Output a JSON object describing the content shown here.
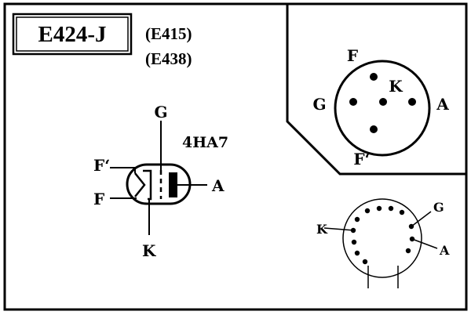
{
  "title": "E424-J",
  "equivalents": [
    "(E415)",
    "(E438)"
  ],
  "symbol": {
    "type_code": "4HA7",
    "pin_grid": "G",
    "pin_anode": "A",
    "pin_heater_1": "F‘",
    "pin_heater_2": "F",
    "pin_cathode": "K"
  },
  "base_top": {
    "top": "F",
    "left": "G",
    "center": "K",
    "right": "A",
    "bottom": "F‘"
  },
  "base_bottom": {
    "cathode": "K",
    "grid": "G",
    "anode": "A"
  }
}
